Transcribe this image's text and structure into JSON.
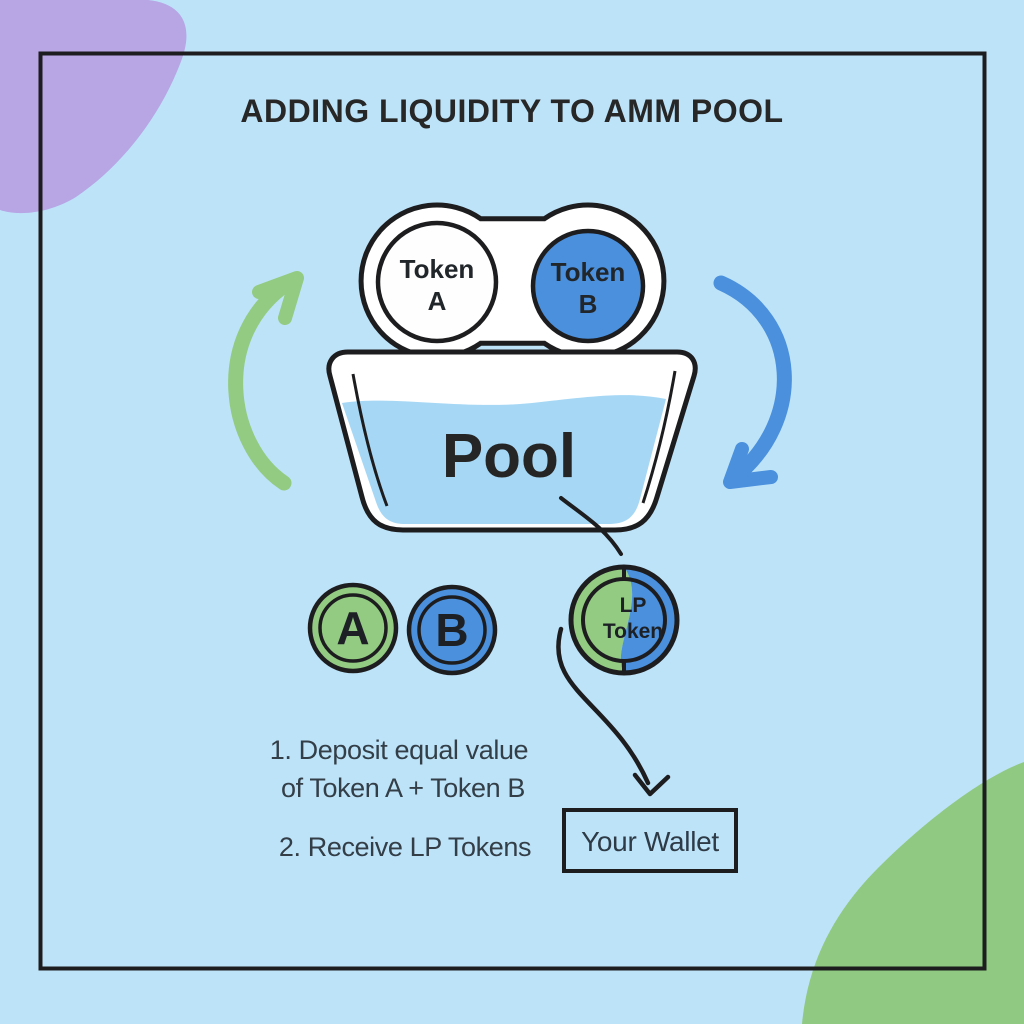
{
  "title": "ADDING LIQUIDITY TO AMM POOL",
  "colors": {
    "background": "#bde3f9",
    "purple_blob": "#b7a5e4",
    "green_blob": "#90c981",
    "green": "#93cb82",
    "blue": "#4a90dd",
    "water": "#a6d8f5",
    "white": "#ffffff",
    "outline": "#1d1d1f"
  },
  "diagram": {
    "token_a": {
      "word": "Token",
      "letter": "A"
    },
    "token_b": {
      "word": "Token",
      "letter": "B"
    },
    "pool_label": "Pool",
    "coin_a": "A",
    "coin_b": "B",
    "lp_token": {
      "line1": "LP",
      "line2": "Token"
    },
    "steps": {
      "line1": "1. Deposit equal value",
      "line2": "of Token A + Token B",
      "line3": "2. Receive LP Tokens"
    },
    "wallet_label": "Your Wallet"
  }
}
